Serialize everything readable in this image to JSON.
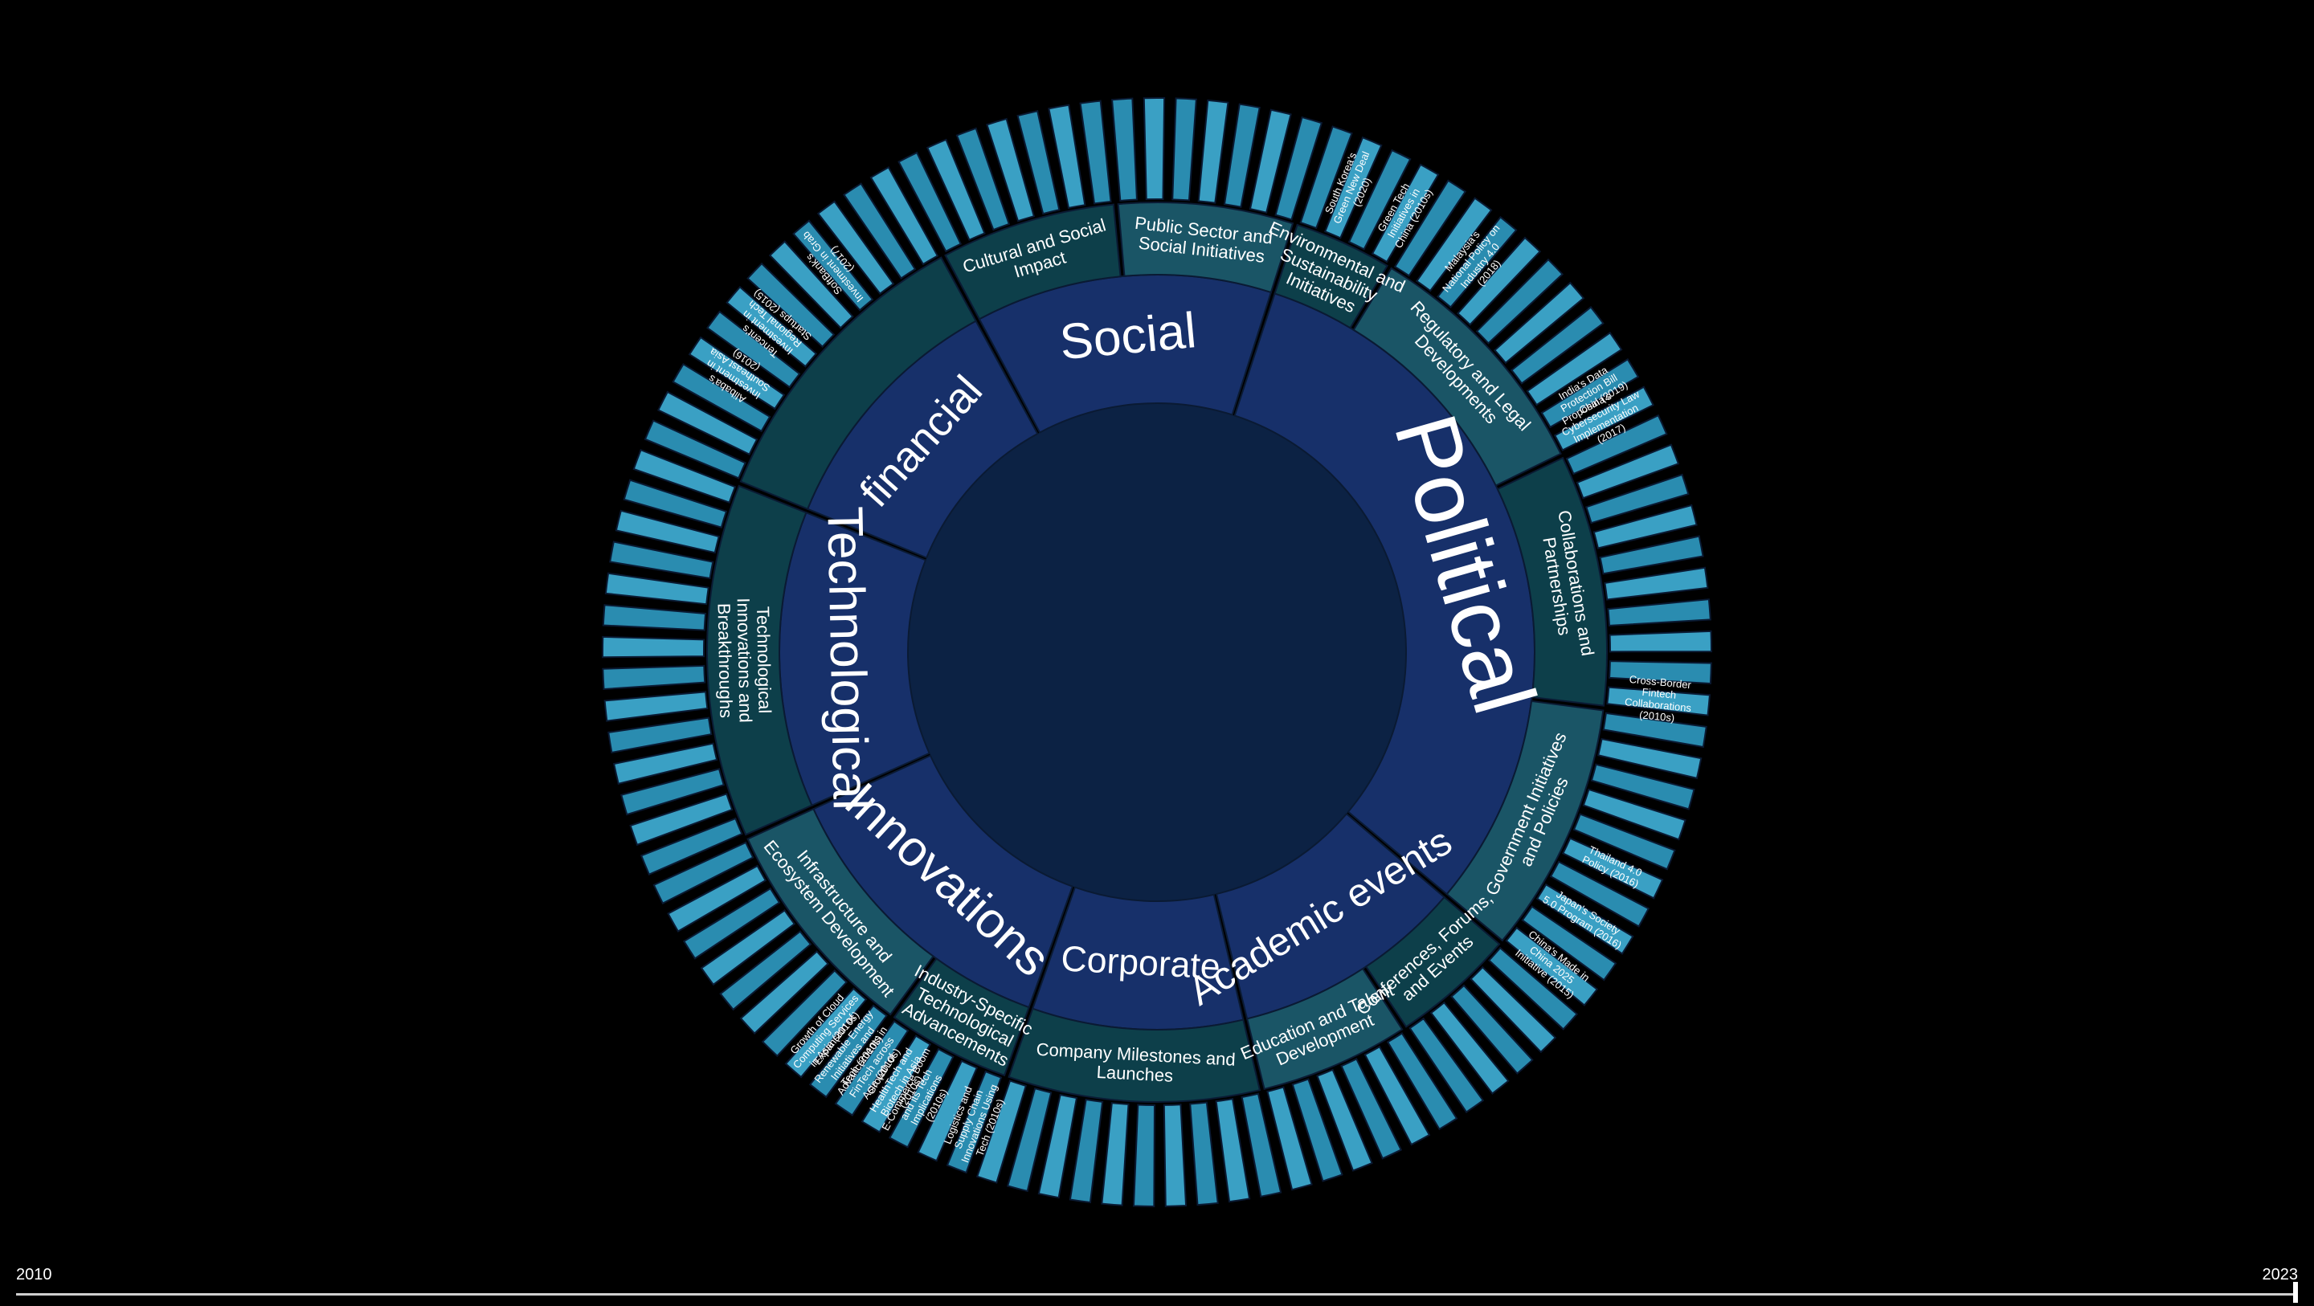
{
  "timeline": {
    "start_label": "2010",
    "end_label": "2023",
    "position": 1.0
  },
  "colors": {
    "background": "#000000",
    "core": "#0c2244",
    "inner_ring": "#17306a",
    "middle_ring": "#0d3f4a",
    "middle_ring_alt": "#1a5566",
    "outer_leaf": "#2a8cb0",
    "outer_leaf_alt": "#3aa0c4",
    "separator": "#0a1a33",
    "text": "#ffffff"
  },
  "chart_data": {
    "type": "sunburst",
    "title": "",
    "categories": [
      {
        "name": "financial",
        "subcategories": [
          {
            "name": "",
            "leaves": [
              "",
              "",
              "",
              "Alibaba's Investment in Southeast Asia (2016)",
              "",
              "Tencent's Investment in Regional Tech Startups (2015)",
              "",
              "",
              "SoftBank's Investment in Grab (2017)",
              "",
              "",
              ""
            ]
          }
        ]
      },
      {
        "name": "Social",
        "subcategories": [
          {
            "name": "Cultural and Social Impact",
            "leaves": [
              "",
              "",
              "",
              "",
              "",
              "",
              ""
            ]
          },
          {
            "name": "Public Sector and Social Initiatives",
            "leaves": [
              "",
              "",
              "",
              "",
              "",
              "",
              ""
            ]
          }
        ]
      },
      {
        "name": "Political",
        "subcategories": [
          {
            "name": "Environmental and Sustainability Initiatives",
            "leaves": [
              "",
              "South Korea's Green New Deal (2020)",
              "",
              "Green Tech Initiatives in China (2010s)"
            ]
          },
          {
            "name": "Regulatory and Legal Developments",
            "leaves": [
              "",
              "",
              "Malaysia's National Policy on Industry 4.0 (2018)",
              "",
              "",
              "",
              "",
              "",
              "India's Data Protection Bill Proposal (2019)",
              "China's Cybersecurity Law Implementation (2017)"
            ]
          },
          {
            "name": "Collaborations and Partnerships",
            "leaves": [
              "",
              "",
              "",
              "",
              "",
              "",
              "",
              "",
              "",
              "Cross-Border Fintech Collaborations (2010s)"
            ]
          },
          {
            "name": "Government Initiatives and Policies",
            "leaves": [
              "",
              "",
              "",
              "",
              "",
              "Thailand 4.0 Policy (2016)",
              "",
              "Japan's Society 5.0 Program (2016)",
              "",
              "China's Made in China 2025 Initiative (2015)"
            ]
          }
        ]
      },
      {
        "name": "Academic events",
        "subcategories": [
          {
            "name": "Conferences, Forums, and Events",
            "leaves": [
              "",
              "",
              "",
              "",
              ""
            ]
          },
          {
            "name": "Education and Talent Development",
            "leaves": [
              "",
              "",
              "",
              "",
              "",
              ""
            ]
          }
        ]
      },
      {
        "name": "Corporate",
        "subcategories": [
          {
            "name": "Company Milestones and Launches",
            "leaves": [
              "",
              "",
              "",
              "",
              "",
              "",
              "",
              "",
              "",
              ""
            ]
          }
        ]
      },
      {
        "name": "Innovations",
        "subcategories": [
          {
            "name": "Industry-Specific Technological Advancements",
            "leaves": [
              "Logistics and Supply Chain Innovations Using Tech (2010s)",
              "",
              "E-Commerce Boom and its Tech Implications (2010s)",
              "Growth of HealthTech and Biotech in Asia (2010s)",
              "Advancements in FinTech across Asia (2010s)"
            ]
          },
          {
            "name": "Infrastructure and Ecosystem Development",
            "leaves": [
              "Expansion of Renewable Energy Initiatives and Tech (2010s)",
              "Growth of Cloud Computing Services in Asia (2010s)",
              "",
              "",
              "",
              "",
              "",
              "",
              ""
            ]
          }
        ]
      },
      {
        "name": "Technological",
        "subcategories": [
          {
            "name": "Technological Innovations and Breakthroughs",
            "leaves": [
              "",
              "",
              "",
              "",
              "",
              "",
              "",
              "",
              "",
              "",
              "",
              "",
              "",
              ""
            ]
          }
        ]
      }
    ]
  }
}
